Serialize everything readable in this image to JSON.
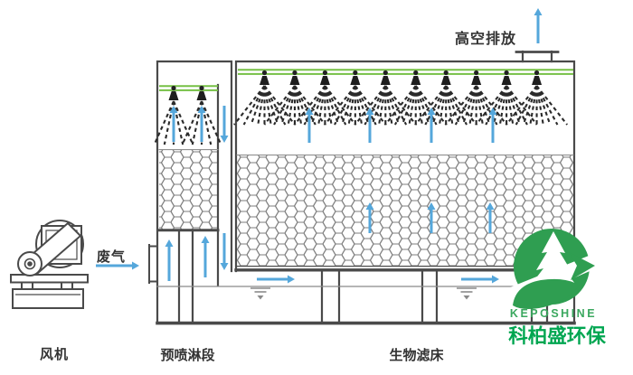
{
  "diagram": {
    "labels": {
      "fan": "风机",
      "waste_gas": "废气",
      "pre_spray": "预喷淋段",
      "biofilter": "生物滤床",
      "discharge": "高空排放"
    },
    "logo": {
      "brand_en": "KEPOSHINE",
      "brand_cn": "科柏盛环保"
    },
    "counts": {
      "main_nozzles": 10,
      "pre_nozzles": 2
    },
    "icons": {
      "nozzle": "spray-nozzle-icon",
      "up_arrow": "up-arrow-icon",
      "down_arrow": "down-arrow-icon",
      "right_arrow": "right-arrow-icon",
      "water_level": "water-level-icon"
    },
    "colors": {
      "pipe_green": "#76c045",
      "flow_blue": "#55a7db",
      "line_gray": "#4a4a4a",
      "logo_green": "#2f9e51",
      "brand_en_green": "#3ba85f",
      "brand_cn_green": "#00a651"
    }
  }
}
